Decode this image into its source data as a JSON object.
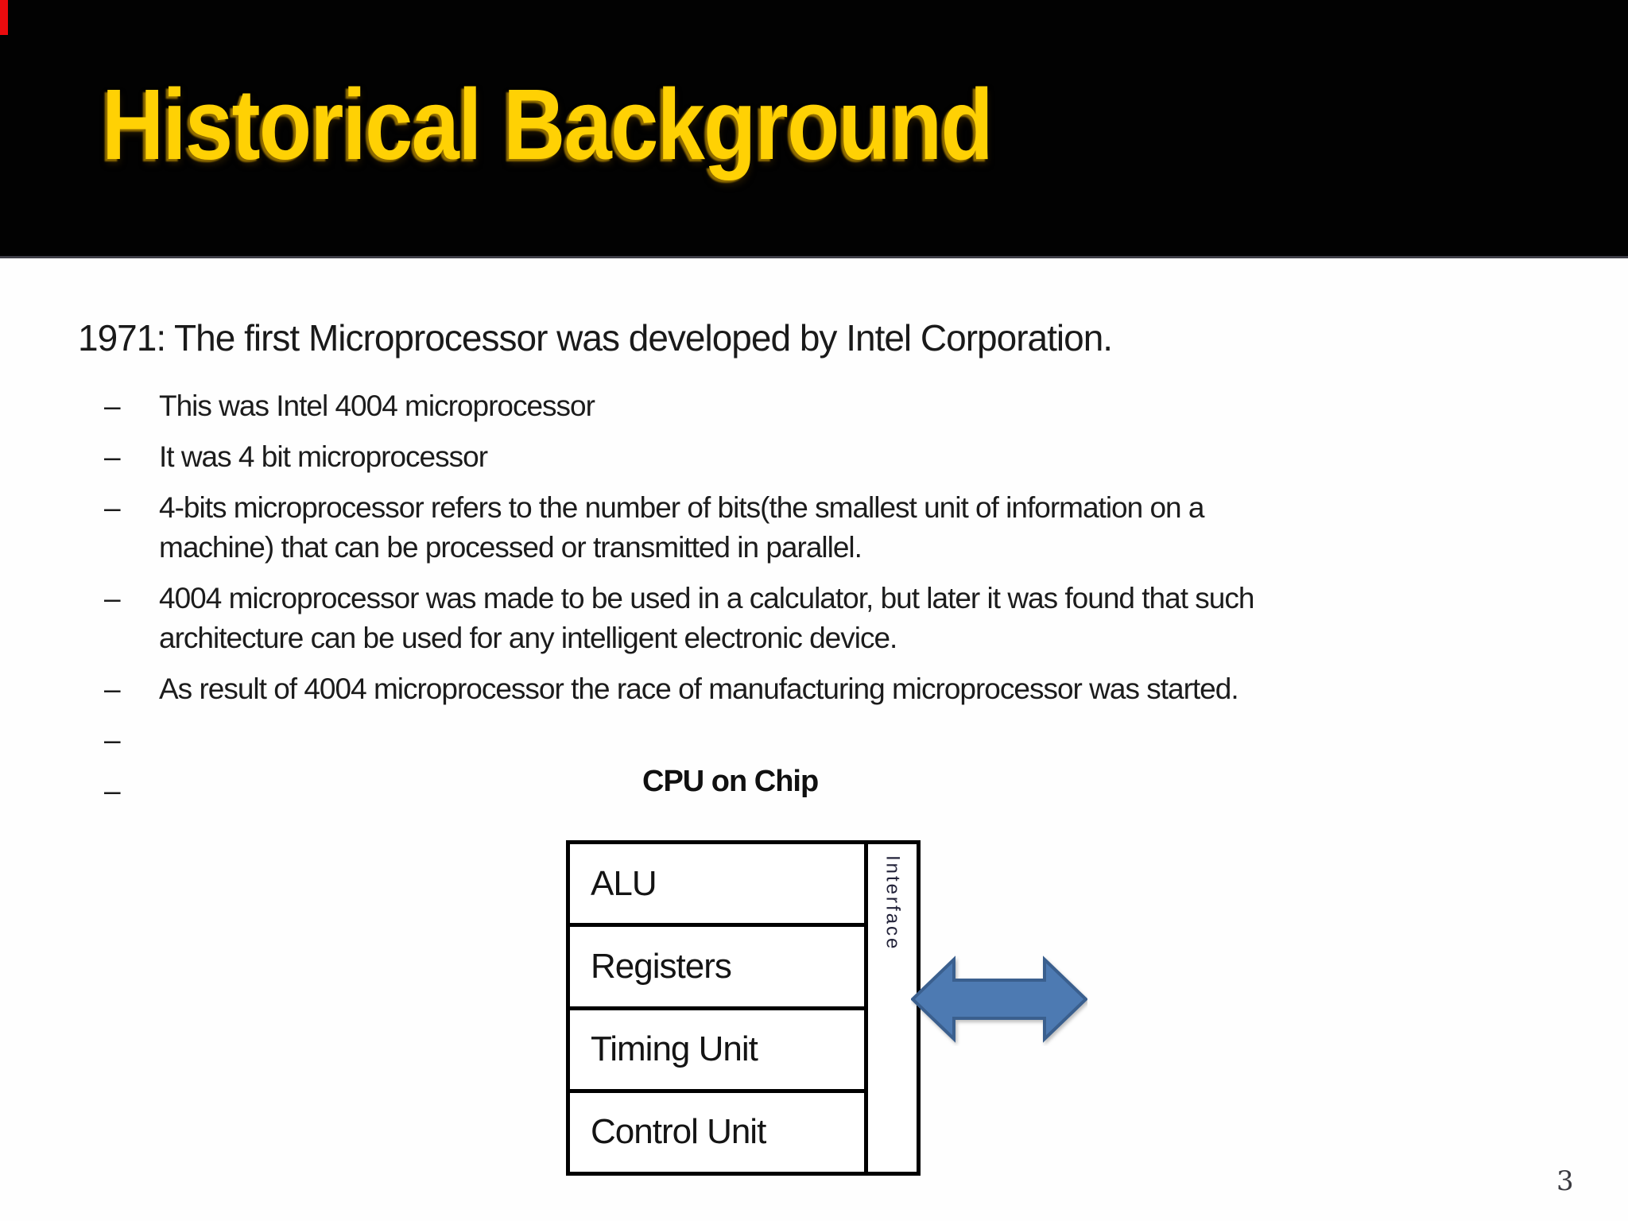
{
  "slide": {
    "title": "Historical Background",
    "page_number": "3"
  },
  "content": {
    "heading": "1971: The first Microprocessor was developed by Intel Corporation.",
    "bullet_char": "–",
    "bullets": [
      {
        "text": "This was Intel 4004 microprocessor"
      },
      {
        "text": "It was 4 bit microprocessor"
      },
      {
        "text": "4-bits microprocessor refers to the number of bits(the smallest unit of information on a\nmachine) that can be processed or transmitted in parallel."
      },
      {
        "text": "4004 microprocessor was made to be used in a calculator, but later it was found that such\narchitecture can be used for any intelligent electronic device."
      },
      {
        "text": "As result of 4004 microprocessor the race of manufacturing microprocessor was started."
      },
      {
        "text": ""
      },
      {
        "text": ""
      }
    ]
  },
  "diagram": {
    "caption": "CPU on Chip",
    "rows": [
      "ALU",
      "Registers",
      "Timing Unit",
      "Control Unit"
    ],
    "side_label": "Interface",
    "arrow_fill": "#4d7ab2",
    "arrow_stroke": "#3a5f8e"
  }
}
